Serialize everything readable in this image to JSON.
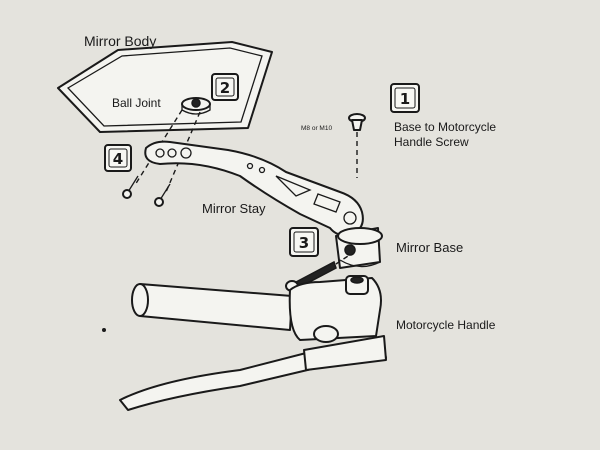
{
  "labels": {
    "mirror_body": "Mirror Body",
    "ball_joint": "Ball Joint",
    "screw_size": "M8 or M10",
    "base_screw_line1": "Base to Motorcycle",
    "base_screw_line2": "Handle Screw",
    "mirror_stay": "Mirror Stay",
    "mirror_base": "Mirror Base",
    "motorcycle_handle": "Motorcycle Handle"
  },
  "badges": {
    "one": "1",
    "two": "2",
    "three": "3",
    "four": "4"
  },
  "colors": {
    "background": "#e4e3dd",
    "ink": "#1a1a1a",
    "part_fill": "#f4f4f0"
  }
}
